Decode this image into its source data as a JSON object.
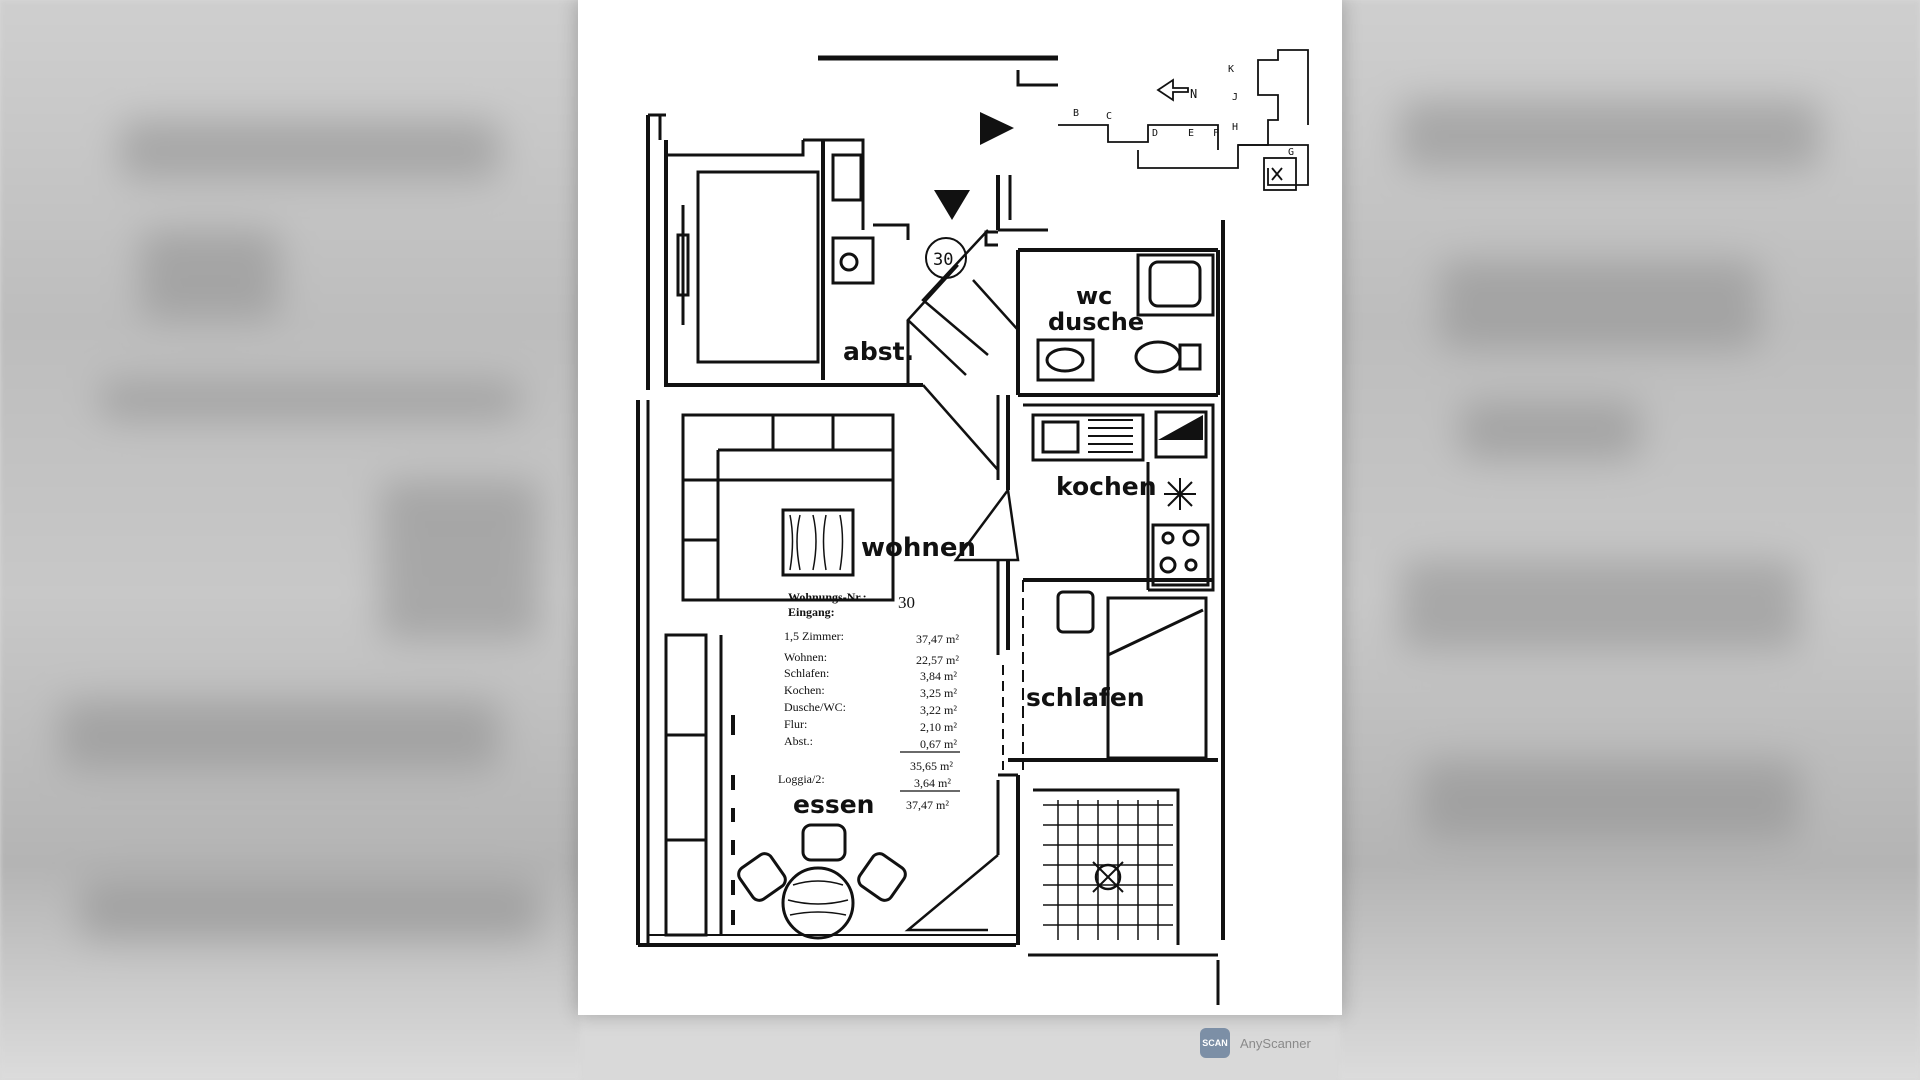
{
  "rooms": {
    "abst": "abst.",
    "wc": "wc",
    "dusche": "dusche",
    "kochen": "kochen",
    "wohnen": "wohnen",
    "schlafen": "schlafen",
    "essen": "essen"
  },
  "unit_circle": "30",
  "site_plan": {
    "north": "N",
    "blocks": [
      "B",
      "C",
      "D",
      "E",
      "F",
      "G",
      "H",
      "J",
      "K"
    ]
  },
  "area_table": {
    "header": [
      {
        "label": "Wohnungs-Nr.:",
        "value": "30"
      },
      {
        "label": "Eingang:",
        "value": ""
      }
    ],
    "rows": [
      {
        "label": "1,5 Zimmer:",
        "value": "37,47 m²"
      },
      {
        "label": "Wohnen:",
        "value": "22,57 m²"
      },
      {
        "label": "Schlafen:",
        "value": "3,84 m²"
      },
      {
        "label": "Kochen:",
        "value": "3,25 m²"
      },
      {
        "label": "Dusche/WC:",
        "value": "3,22 m²"
      },
      {
        "label": "Flur:",
        "value": "2,10 m²"
      },
      {
        "label": "Abst.:",
        "value": "0,67 m²"
      }
    ],
    "subtotal": "35,65 m²",
    "loggia": {
      "label": "Loggia/2:",
      "value": "3,64 m²"
    },
    "total": "37,47 m²"
  },
  "watermark": {
    "icon": "SCAN",
    "text": "AnyScanner"
  }
}
